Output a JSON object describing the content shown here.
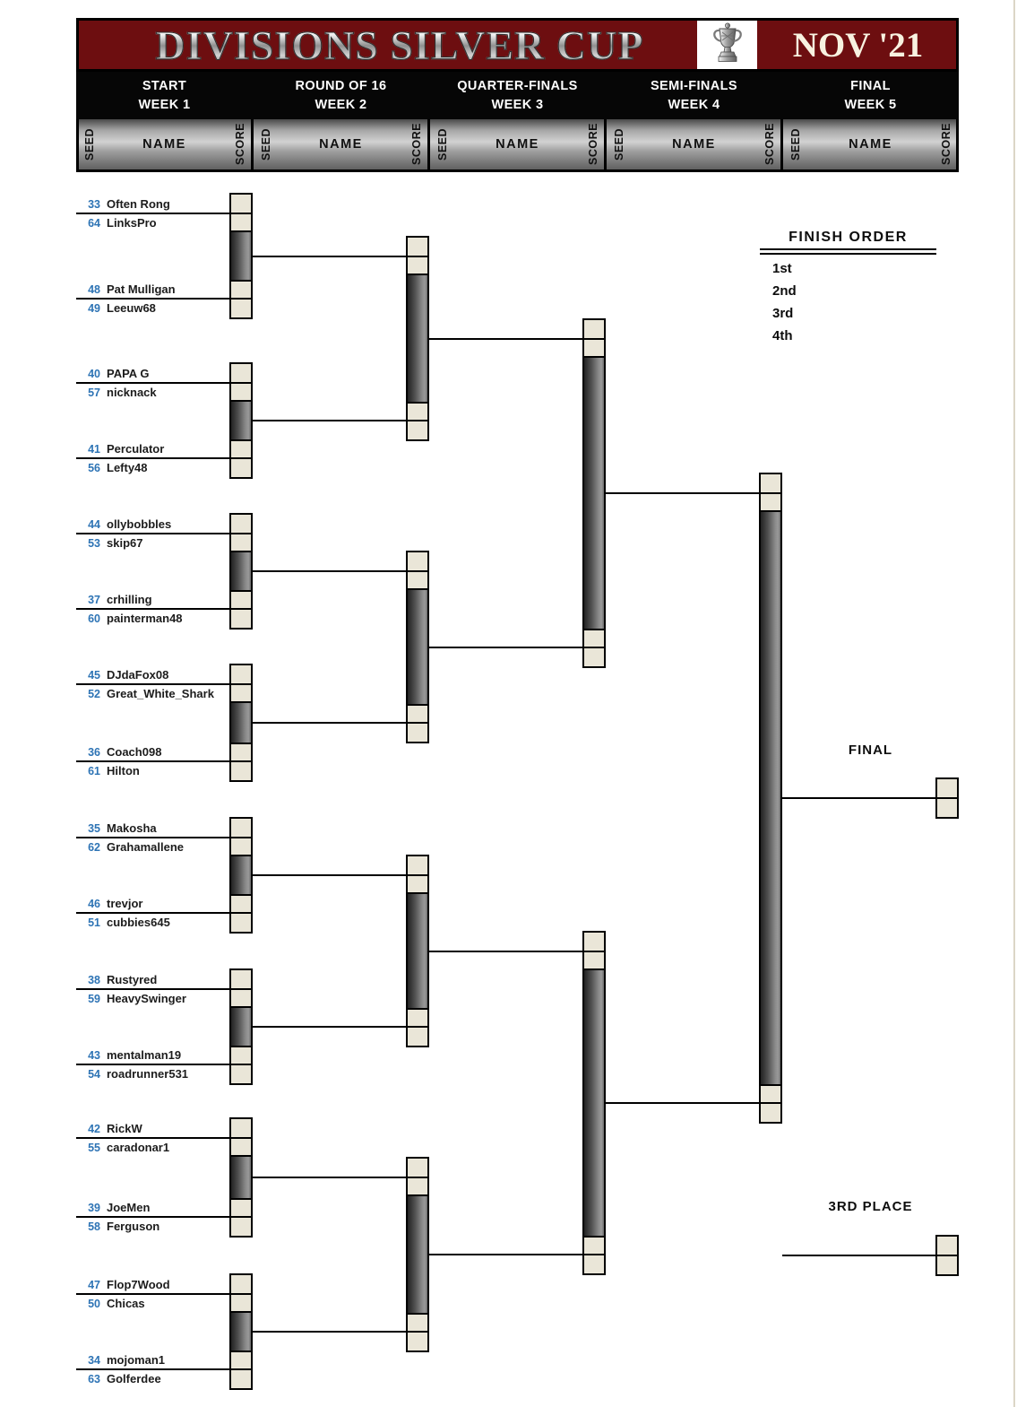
{
  "banner": {
    "title": "DIVISIONS SILVER CUP",
    "date": "NOV '21",
    "trophy_icon": "trophy-icon"
  },
  "rounds": [
    {
      "name": "START",
      "week": "WEEK 1"
    },
    {
      "name": "ROUND OF 16",
      "week": "WEEK 2"
    },
    {
      "name": "QUARTER-FINALS",
      "week": "WEEK 3"
    },
    {
      "name": "SEMI-FINALS",
      "week": "WEEK 4"
    },
    {
      "name": "FINAL",
      "week": "WEEK 5"
    }
  ],
  "column_headers": {
    "seed": "SEED",
    "name": "NAME",
    "score": "SCORE"
  },
  "matches": [
    {
      "p1": {
        "seed": "33",
        "name": "Often Rong"
      },
      "p2": {
        "seed": "64",
        "name": "LinksPro"
      }
    },
    {
      "p1": {
        "seed": "48",
        "name": "Pat Mulligan"
      },
      "p2": {
        "seed": "49",
        "name": "Leeuw68"
      }
    },
    {
      "p1": {
        "seed": "40",
        "name": "PAPA G"
      },
      "p2": {
        "seed": "57",
        "name": "nicknack"
      }
    },
    {
      "p1": {
        "seed": "41",
        "name": "Perculator"
      },
      "p2": {
        "seed": "56",
        "name": "Lefty48"
      }
    },
    {
      "p1": {
        "seed": "44",
        "name": "ollybobbles"
      },
      "p2": {
        "seed": "53",
        "name": "skip67"
      }
    },
    {
      "p1": {
        "seed": "37",
        "name": "crhilling"
      },
      "p2": {
        "seed": "60",
        "name": "painterman48"
      }
    },
    {
      "p1": {
        "seed": "45",
        "name": "DJdaFox08"
      },
      "p2": {
        "seed": "52",
        "name": "Great_White_Shark"
      }
    },
    {
      "p1": {
        "seed": "36",
        "name": "Coach098"
      },
      "p2": {
        "seed": "61",
        "name": "Hilton"
      }
    },
    {
      "p1": {
        "seed": "35",
        "name": "Makosha"
      },
      "p2": {
        "seed": "62",
        "name": "Grahamallene"
      }
    },
    {
      "p1": {
        "seed": "46",
        "name": "trevjor"
      },
      "p2": {
        "seed": "51",
        "name": "cubbies645"
      }
    },
    {
      "p1": {
        "seed": "38",
        "name": "Rustyred"
      },
      "p2": {
        "seed": "59",
        "name": "HeavySwinger"
      }
    },
    {
      "p1": {
        "seed": "43",
        "name": "mentalman19"
      },
      "p2": {
        "seed": "54",
        "name": "roadrunner531"
      }
    },
    {
      "p1": {
        "seed": "42",
        "name": "RickW"
      },
      "p2": {
        "seed": "55",
        "name": "caradonar1"
      }
    },
    {
      "p1": {
        "seed": "39",
        "name": "JoeMen"
      },
      "p2": {
        "seed": "58",
        "name": "Ferguson"
      }
    },
    {
      "p1": {
        "seed": "47",
        "name": "Flop7Wood"
      },
      "p2": {
        "seed": "50",
        "name": "Chicas"
      }
    },
    {
      "p1": {
        "seed": "34",
        "name": "mojoman1"
      },
      "p2": {
        "seed": "63",
        "name": "Golferdee"
      }
    }
  ],
  "finish_order": {
    "title": "FINISH ORDER",
    "places": [
      "1st",
      "2nd",
      "3rd",
      "4th"
    ]
  },
  "labels": {
    "final": "FINAL",
    "third_place": "3RD PLACE"
  },
  "colors": {
    "banner_red": "#6d0e10",
    "seed_blue": "#2e74b5",
    "cell_beige": "#eae6d8",
    "line_black": "#000000",
    "band_black": "#060606"
  }
}
